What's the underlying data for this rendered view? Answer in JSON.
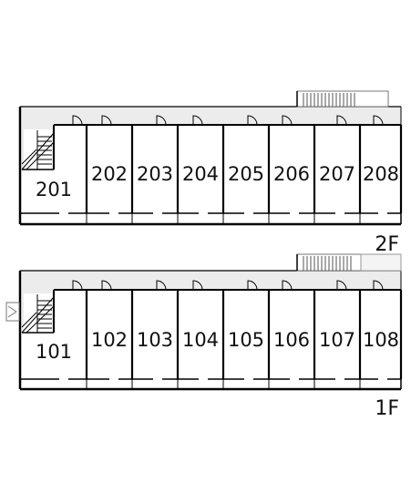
{
  "floors": [
    {
      "label": "2F",
      "rooms": [
        "201",
        "202",
        "203",
        "204",
        "205",
        "206",
        "207",
        "208"
      ]
    },
    {
      "label": "1F",
      "rooms": [
        "101",
        "102",
        "103",
        "104",
        "105",
        "106",
        "107",
        "108"
      ]
    }
  ]
}
